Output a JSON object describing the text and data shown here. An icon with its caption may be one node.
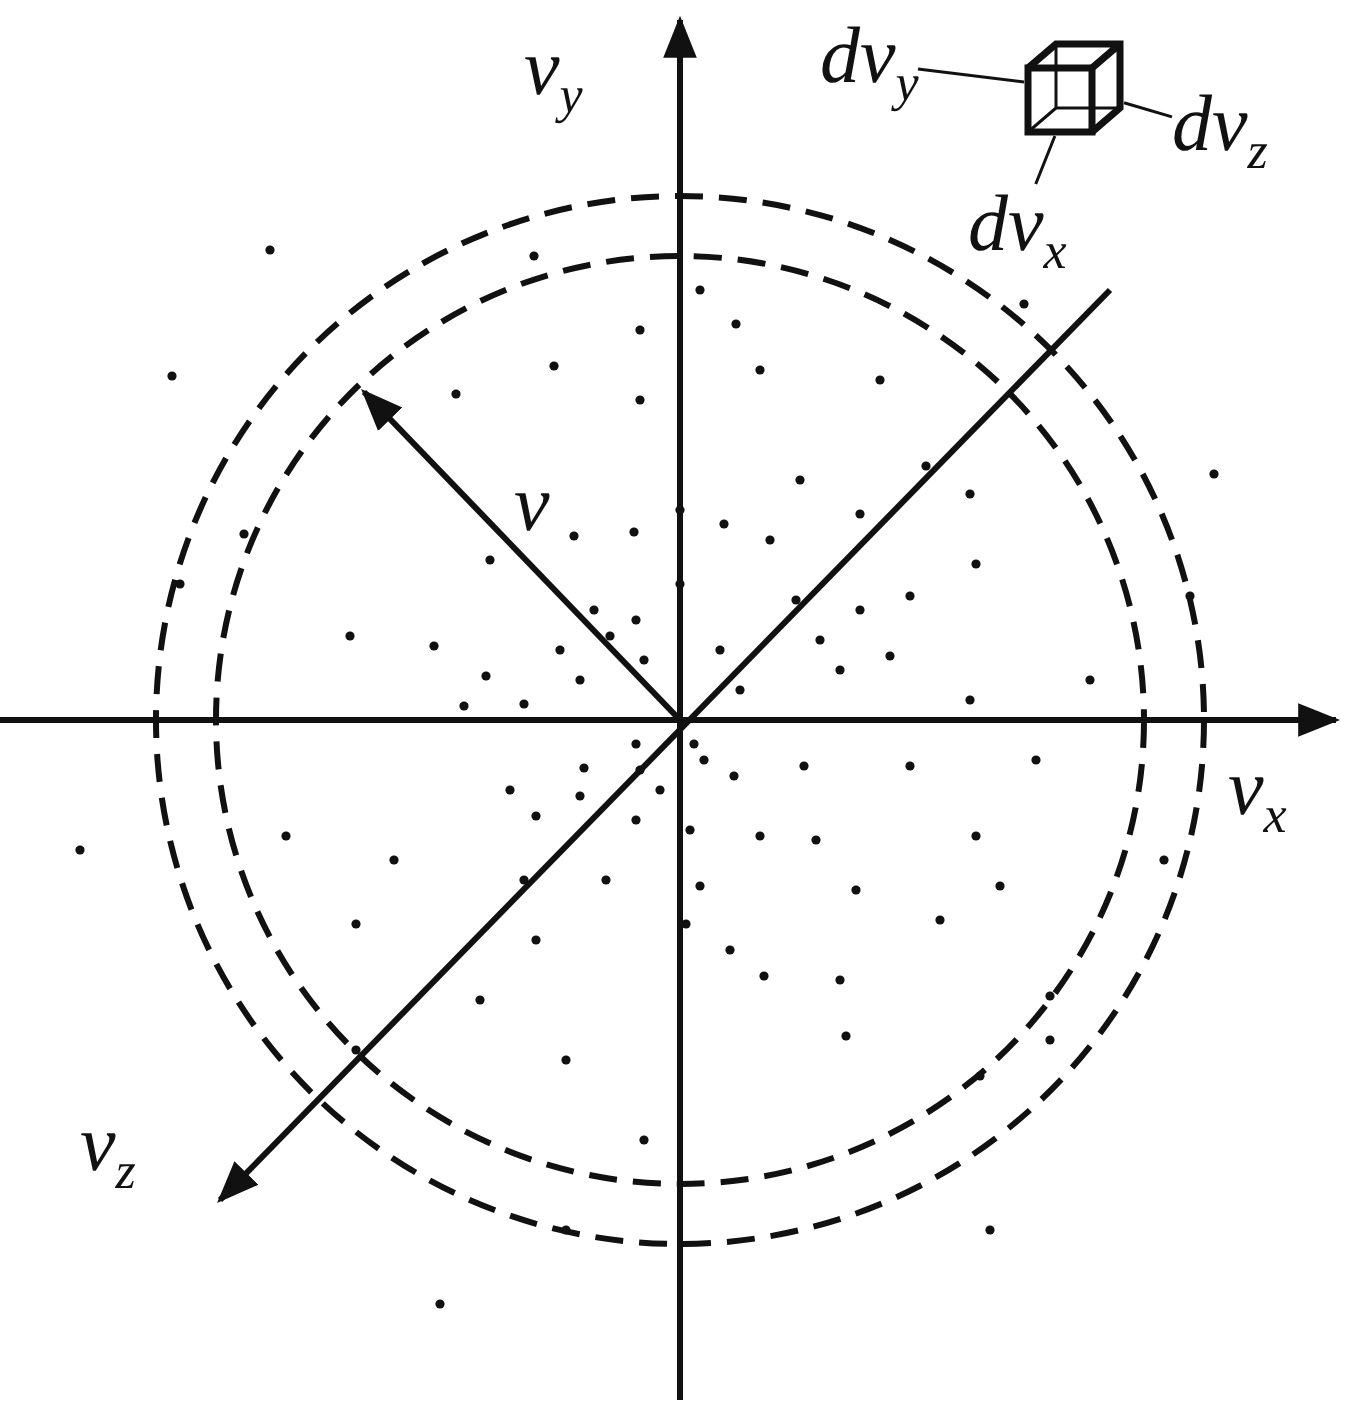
{
  "diagram": {
    "nodes": [
      {
        "text": [
          "dv$_{y}$"
        ]
      },
      {
        "text": [],
        "shape": "cube"
      },
      {
        "text": [
          "dv$_{z}$"
        ]
      },
      {
        "text": [
          "dv$_{x}$"
        ]
      }
    ],
    "edges": [
      {
        "from": 0,
        "to": 1,
        "arrow": "none"
      },
      {
        "from": 2,
        "to": 1,
        "arrow": "none"
      },
      {
        "from": 3,
        "to": 1,
        "arrow": "none"
      }
    ],
    "labels": [
      "v$_{y}$",
      "v",
      "v$_{x}$",
      "v$_{z}$"
    ]
  }
}
